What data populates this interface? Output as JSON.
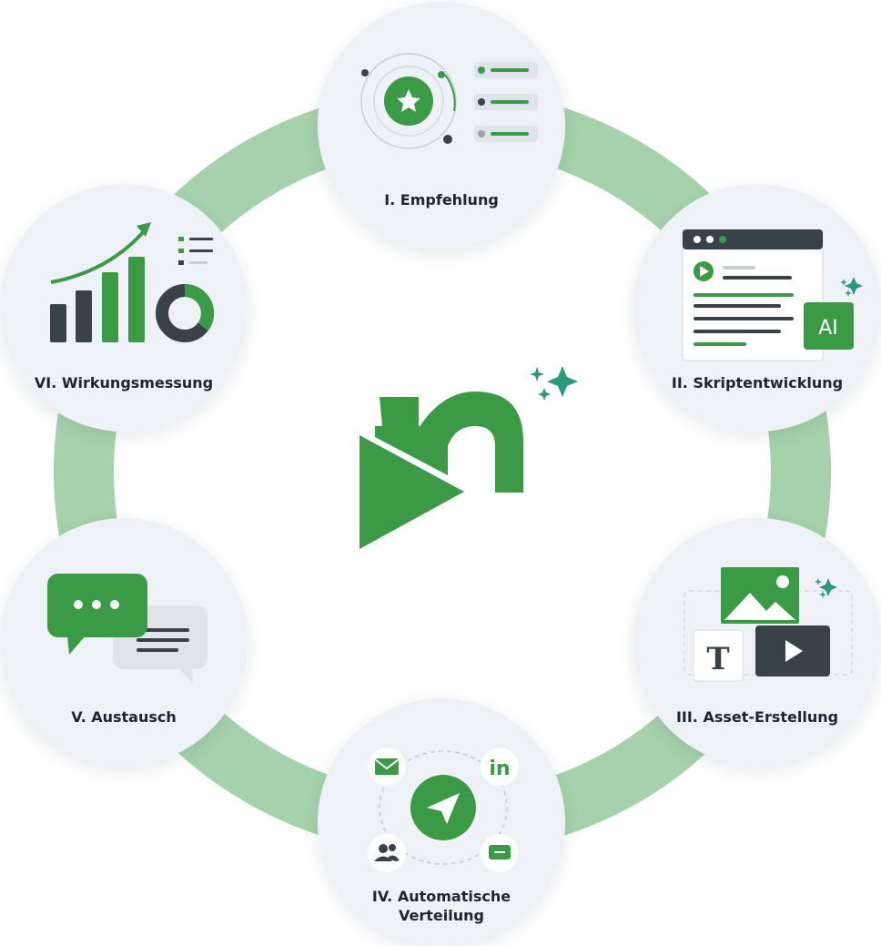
{
  "colors": {
    "ring": "#a5d2aa",
    "circle": "#eef1f6",
    "green": "#3a9a46",
    "dark": "#3a4249",
    "teal": "#2a9a7c"
  },
  "steps": [
    {
      "label": "I. Empfehlung",
      "icon": "recommendation-star-icon"
    },
    {
      "label": "II. Skriptentwicklung",
      "icon": "script-window-icon",
      "badge": "AI"
    },
    {
      "label": "III. Asset-Erstellung",
      "icon": "assets-icon",
      "badge": "T"
    },
    {
      "label_line1": "IV. Automatische",
      "label_line2": "Verteilung",
      "icon": "distribution-icon",
      "badge": "in"
    },
    {
      "label": "V. Austausch",
      "icon": "chat-bubbles-icon"
    },
    {
      "label": "VI. Wirkungsmessung",
      "icon": "analytics-chart-icon"
    }
  ]
}
